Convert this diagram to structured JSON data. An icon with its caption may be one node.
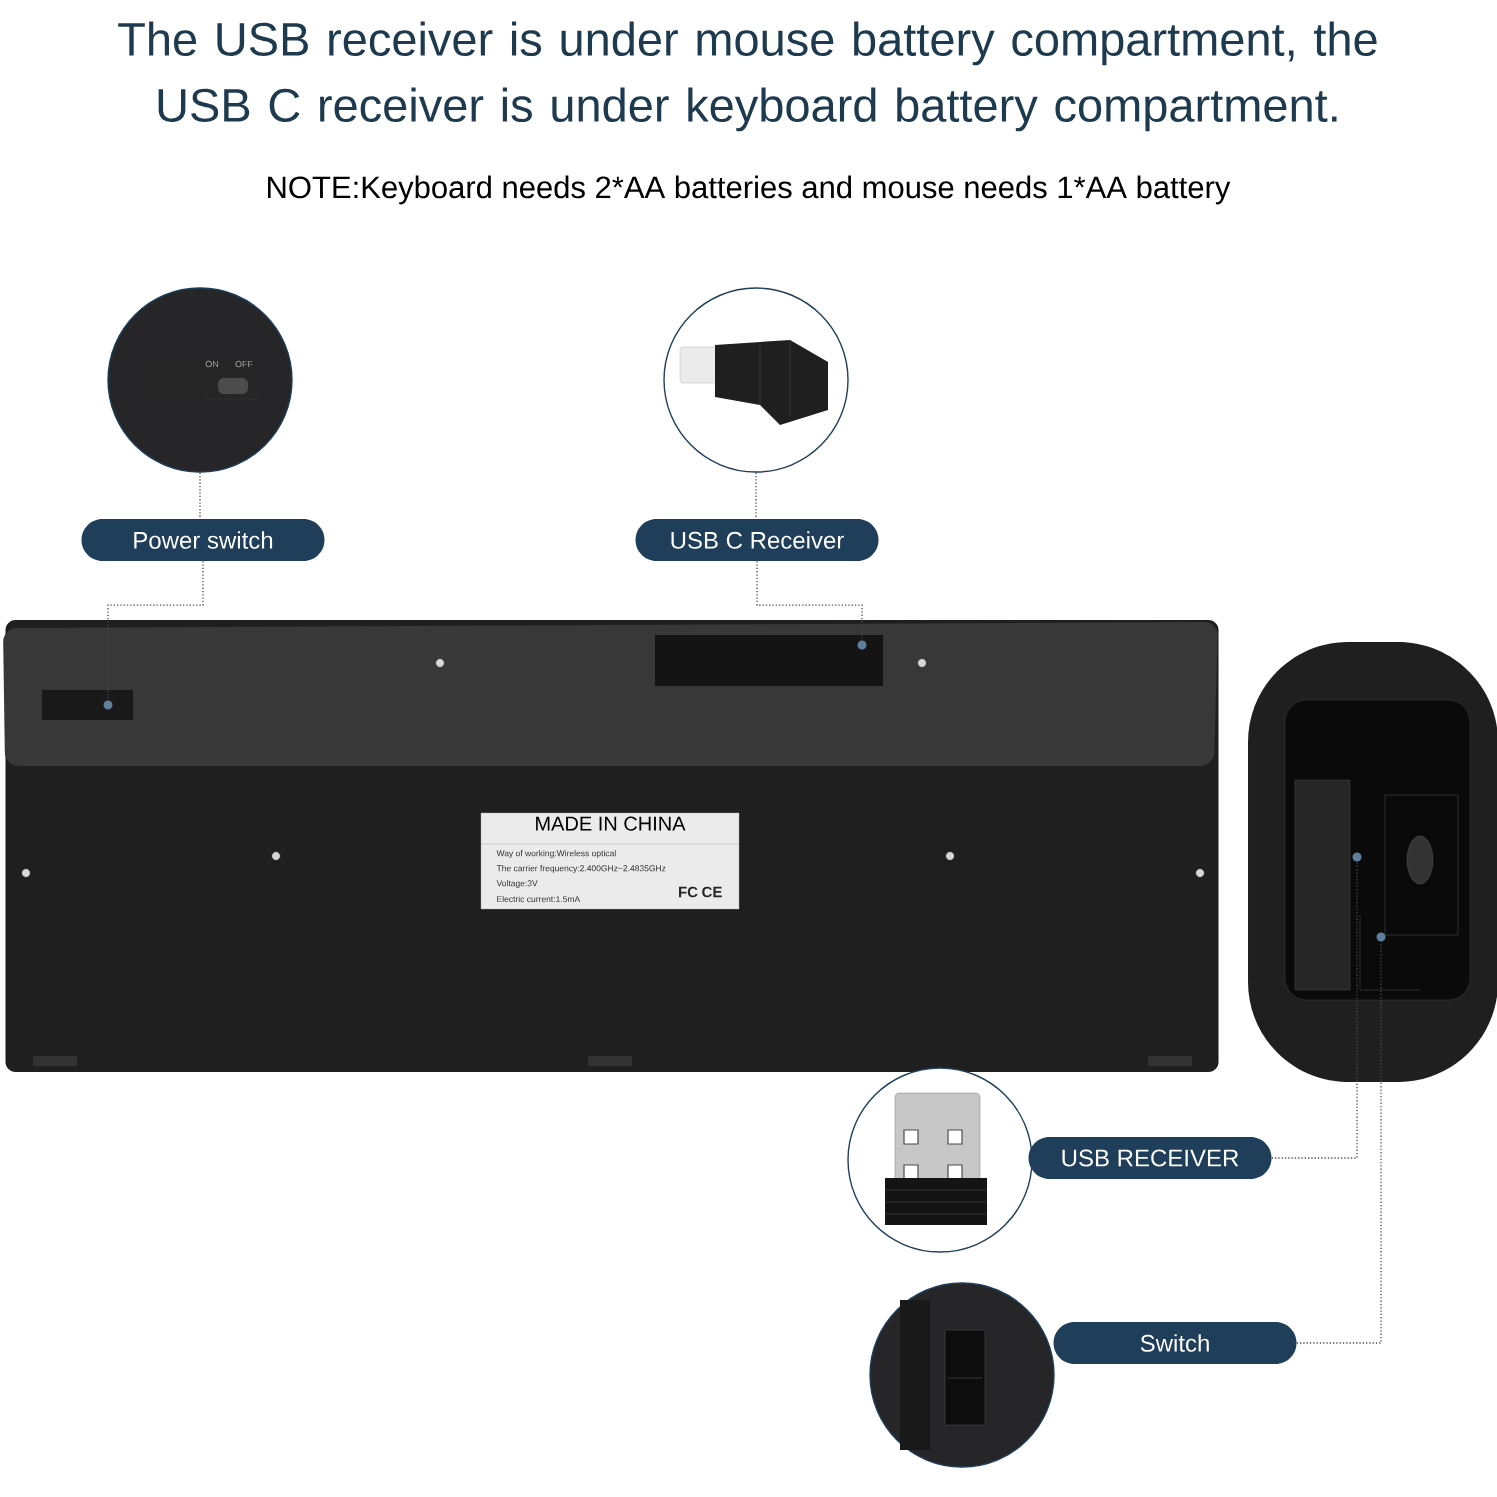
{
  "diagram": {
    "title": "The USB receiver is under mouse battery compartment, the USB C receiver is under keyboard battery compartment.",
    "nodes": [
      {
        "text": [],
        "shape": "picture"
      },
      {
        "text": [
          "Power switch"
        ]
      },
      {
        "text": [],
        "shape": "picture"
      },
      {
        "text": [
          "USB C Receiver"
        ]
      },
      {
        "text": [],
        "shape": "picture"
      },
      {
        "text": [
          "MADE IN CHINA",
          "Way of working:Wireless optical",
          "The carrier frequency:2.400GHz~2.4835GHz",
          "Voltage:3V",
          "Electric current:1.5mA",
          "FC",
          "CE"
        ],
        "in": 4
      },
      {
        "text": [],
        "shape": "circle",
        "in": 4
      },
      {
        "text": [],
        "shape": "circle",
        "in": 4
      },
      {
        "text": [],
        "shape": "picture"
      },
      {
        "text": [],
        "shape": "circle",
        "in": 8
      },
      {
        "text": [],
        "shape": "circle",
        "in": 8
      },
      {
        "text": [],
        "shape": "picture"
      },
      {
        "text": [
          "USB RECEIVER"
        ]
      },
      {
        "text": [],
        "shape": "picture"
      },
      {
        "text": [
          "Switch"
        ]
      }
    ],
    "edges": [
      {
        "from": 0,
        "to": 1,
        "arrow": "none",
        "style": "dashed"
      },
      {
        "from": 1,
        "to": 6,
        "arrow": "none",
        "style": "dashed"
      },
      {
        "from": 2,
        "to": 3,
        "arrow": "none",
        "style": "dashed"
      },
      {
        "from": 3,
        "to": 7,
        "arrow": "none",
        "style": "dashed"
      },
      {
        "from": 12,
        "to": 9,
        "arrow": "none",
        "style": "dashed"
      },
      {
        "from": 14,
        "to": 10,
        "arrow": "none",
        "style": "dashed"
      }
    ],
    "labels": [
      "NOTE:Keyboard needs 2*AA batteries and mouse needs 1*AA battery",
      "ON",
      "OFF"
    ]
  }
}
